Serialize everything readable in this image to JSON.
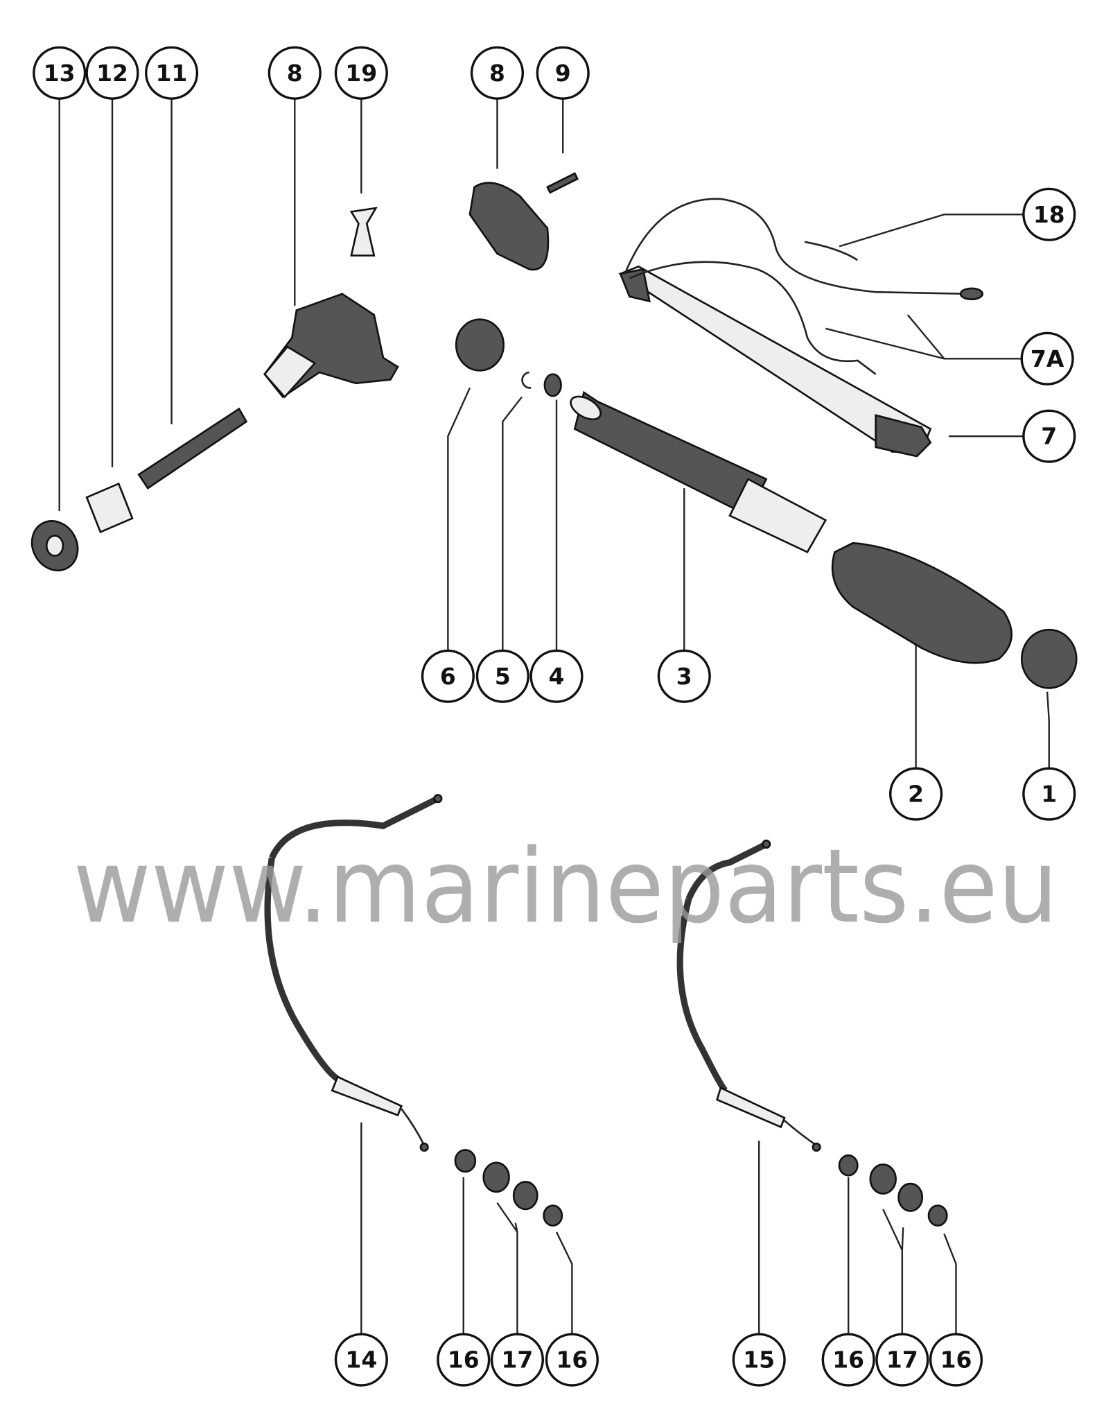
{
  "diagram": {
    "watermark": "www.marineparts.eu",
    "callouts": [
      "13",
      "12",
      "11",
      "8",
      "19",
      "8",
      "9",
      "18",
      "7A",
      "7",
      "6",
      "5",
      "4",
      "3",
      "2",
      "1",
      "14",
      "16",
      "17",
      "16",
      "15",
      "16",
      "17",
      "16"
    ]
  }
}
